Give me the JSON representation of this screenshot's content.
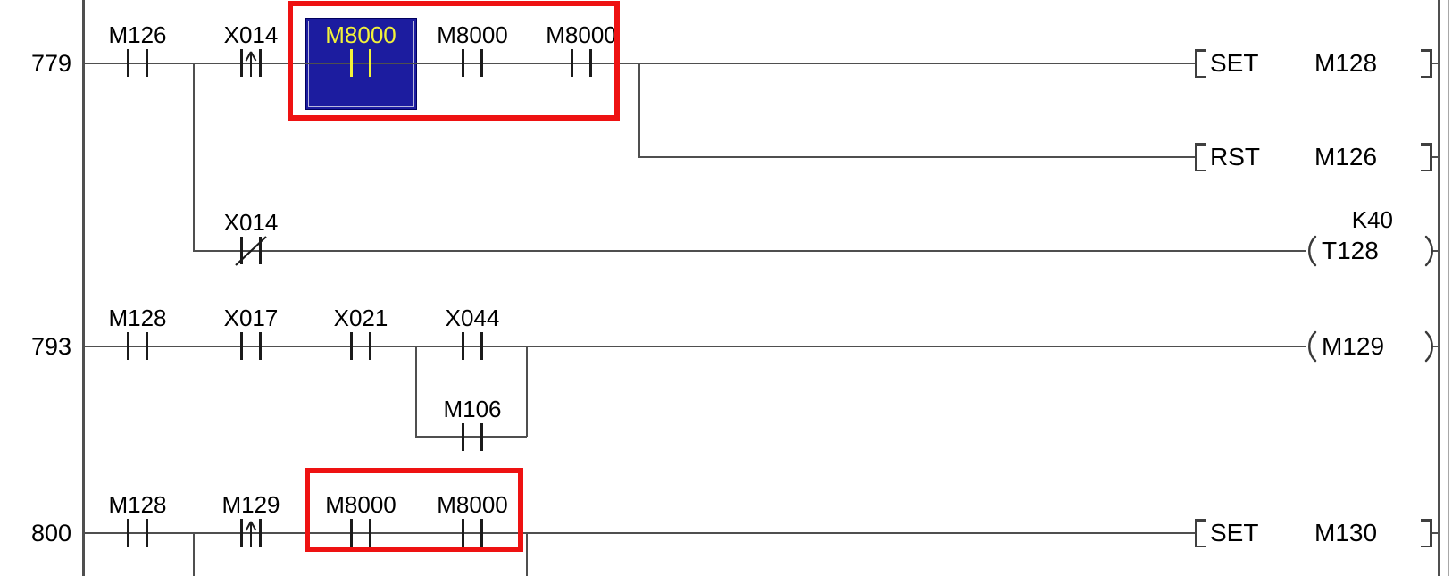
{
  "app": {
    "name": "plc-ladder-editor"
  },
  "colors": {
    "line": "#4f4f4f",
    "contact": "#1b1b1b",
    "text": "#000000",
    "background": "#ffffff",
    "selection_fill": "#1c1c9f",
    "selection_text": "#f2f23a",
    "annotation_red": "#ee1212"
  },
  "r779": {
    "number": "779",
    "c1": "M126",
    "c2": "X014",
    "c3": "M8000",
    "c4": "M8000",
    "c5": "M8000",
    "set_mn": "SET",
    "set_op": "M128",
    "rst_mn": "RST",
    "rst_op": "M126",
    "tb_contact": "X014",
    "tb_const": "K40",
    "tb_coil": "T128"
  },
  "r793": {
    "number": "793",
    "c1": "M128",
    "c2": "X017",
    "c3": "X021",
    "c4": "X044",
    "c5": "M106",
    "coil": "M129"
  },
  "r800": {
    "number": "800",
    "c1": "M128",
    "c2": "M129",
    "c3": "M8000",
    "c4": "M8000",
    "set_mn": "SET",
    "set_op": "M130"
  }
}
